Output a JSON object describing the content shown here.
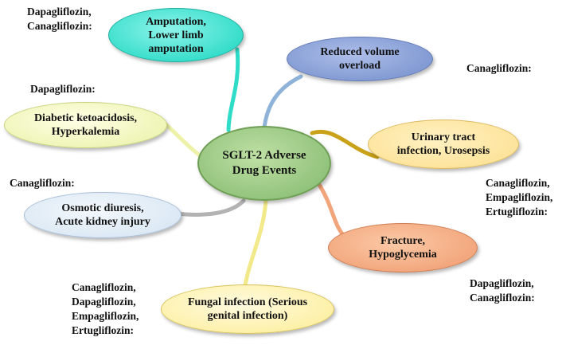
{
  "center": {
    "label": "SGLT-2 Adverse\nDrug Events",
    "color": "#93c47d"
  },
  "branches": [
    {
      "id": "amput",
      "label": "Amputation,\nLower limb\namputation",
      "drugs": "Dapagliflozin,\nCanagliflozin:",
      "color": "#2fdcc8"
    },
    {
      "id": "volume",
      "label": "Reduced volume\noverload",
      "drugs": "Canagliflozin:",
      "color": "#8fb3d8"
    },
    {
      "id": "keto",
      "label": "Diabetic ketoacidosis,\nHyperkalemia",
      "drugs": "Dapagliflozin:",
      "color": "#eef2a8"
    },
    {
      "id": "uti",
      "label": "Urinary tract\ninfection, Urosepsis",
      "drugs": "Canagliflozin,\nEmpagliflozin,\nErtugliflozin:",
      "color": "#c9a21a"
    },
    {
      "id": "osmotic",
      "label": "Osmotic diuresis,\nAcute kidney injury",
      "drugs": "Canagliflozin:",
      "color": "#b3b3b3"
    },
    {
      "id": "fracture",
      "label": "Fracture,\nHypoglycemia",
      "drugs": "Dapagliflozin,\nCanagliflozin:",
      "color": "#f2a57b"
    },
    {
      "id": "fungal",
      "label": "Fungal infection (Serious\ngenital infection)",
      "drugs": "Canagliflozin,\nDapagliflozin,\nEmpagliflozin,\nErtugliflozin:",
      "color": "#f2ea8a"
    }
  ]
}
